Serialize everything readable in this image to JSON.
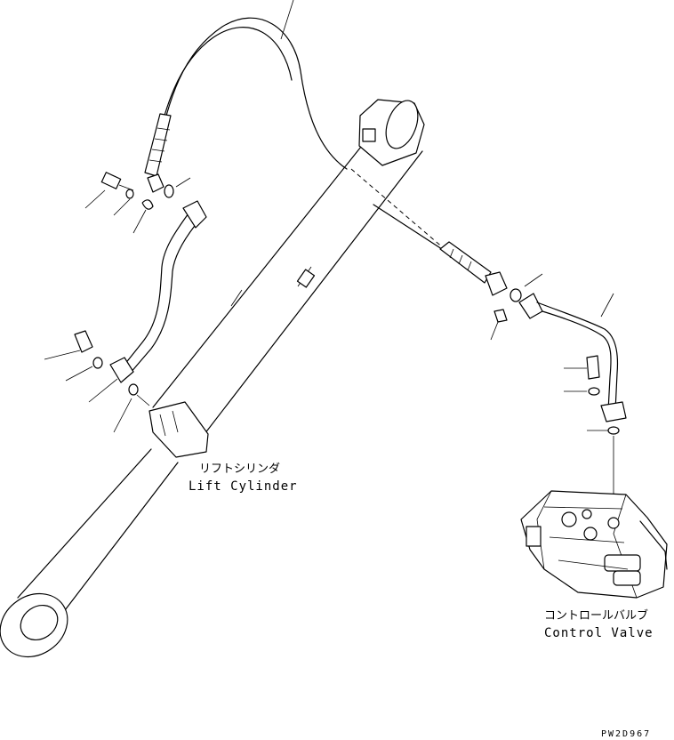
{
  "labels": {
    "lift_cylinder_jp": "リフトシリンダ",
    "lift_cylinder_en": "Lift Cylinder",
    "control_valve_jp": "コントロールバルブ",
    "control_valve_en": "Control Valve",
    "drawing_code": "PW2D967"
  }
}
